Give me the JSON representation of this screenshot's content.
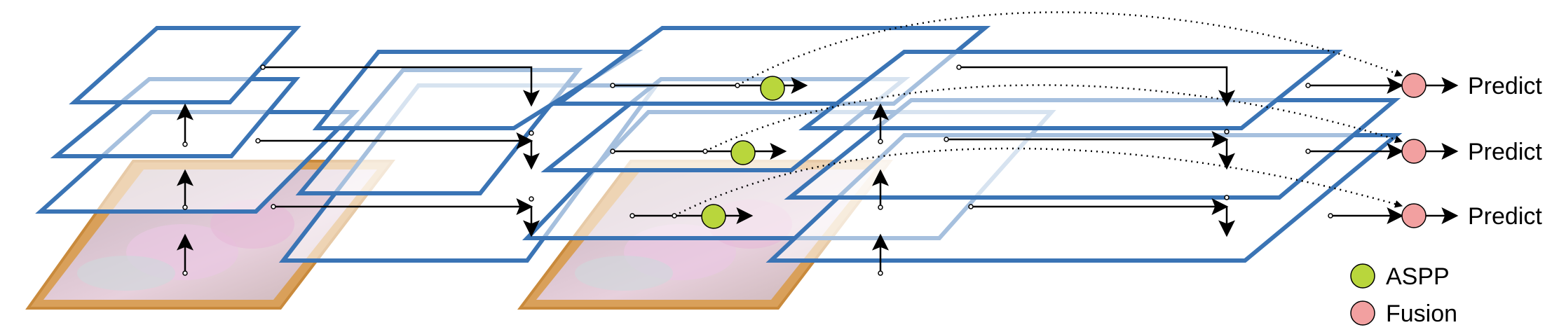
{
  "outputs": [
    "Predict",
    "Predict",
    "Predict"
  ],
  "legend": [
    {
      "label": "ASPP",
      "color": "#b9d63c"
    },
    {
      "label": "Fusion",
      "color": "#f2a0a0"
    }
  ],
  "colors": {
    "plane_stroke": "#3a74b5",
    "photo_frame": "#d9a05a",
    "arrow": "#000000"
  }
}
